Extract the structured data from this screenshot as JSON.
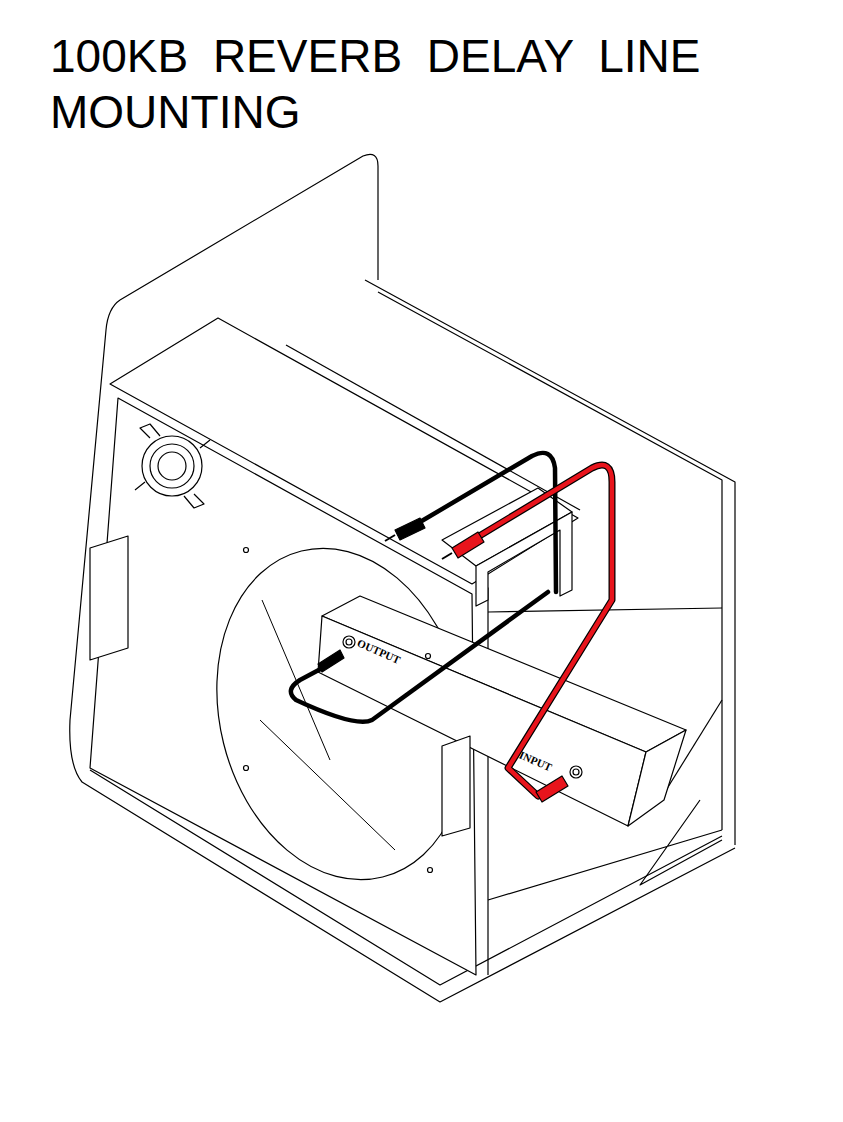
{
  "diagram": {
    "title": "100KB REVERB DELAY LINE MOUNTING",
    "labels": [
      "OUTPUT",
      "INPUT"
    ]
  }
}
